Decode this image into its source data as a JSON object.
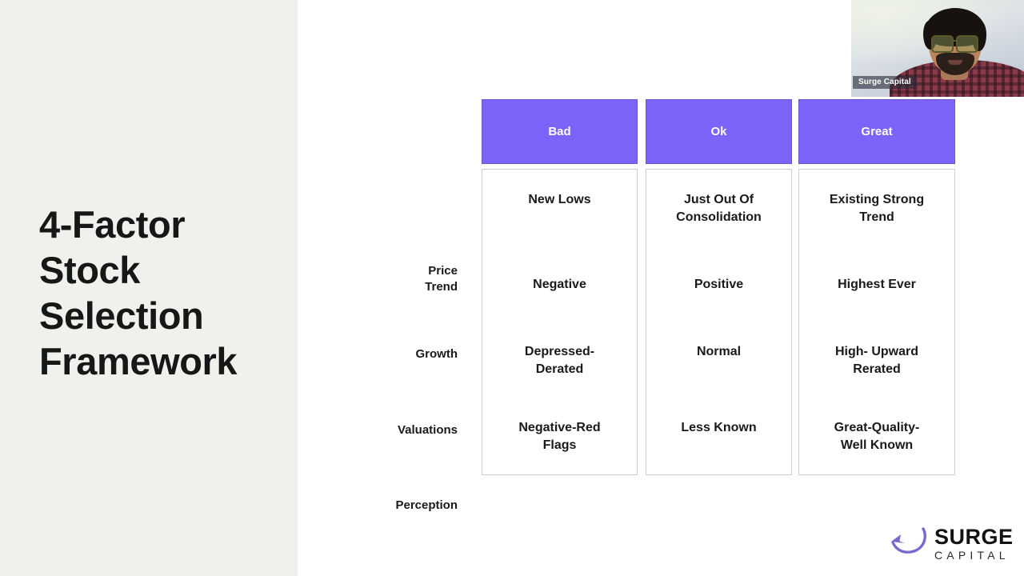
{
  "slide": {
    "title": "4-Factor\nStock\nSelection\nFramework",
    "background_color": "#ffffff",
    "panel_color": "#eff2ec",
    "accent_color": "#7c63fa"
  },
  "matrix": {
    "column_headers": [
      "Bad",
      "Ok",
      "Great"
    ],
    "row_labels": [
      "Price\nTrend",
      "Growth",
      "Valuations",
      "Perception"
    ],
    "rows": [
      {
        "label": "Price Trend",
        "cells": [
          "New Lows",
          "Just Out Of\nConsolidation",
          "Existing Strong\nTrend"
        ]
      },
      {
        "label": "Growth",
        "cells": [
          "Negative",
          "Positive",
          "Highest Ever"
        ]
      },
      {
        "label": "Valuations",
        "cells": [
          "Depressed-\nDerated",
          "Normal",
          "High- Upward\nRerated"
        ]
      },
      {
        "label": "Perception",
        "cells": [
          "Negative-Red\nFlags",
          "Less Known",
          "Great-Quality-\nWell Known"
        ]
      }
    ]
  },
  "webcam": {
    "participant_name": "Surge Capital"
  },
  "logo": {
    "primary": "SURGE",
    "secondary": "CAPITAL",
    "mark": "swoosh-arrow-icon",
    "mark_color": "#7a6ad0"
  }
}
